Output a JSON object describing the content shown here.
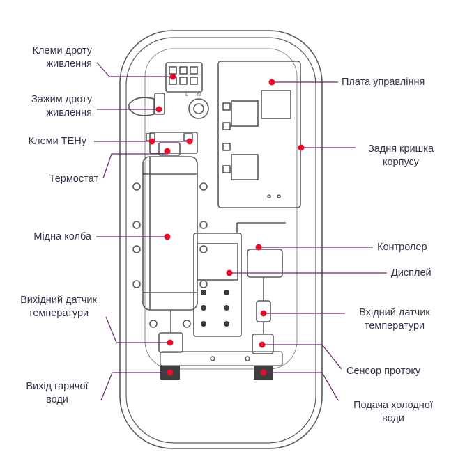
{
  "labels": {
    "terminals_power": "Клеми дроту\nживлення",
    "clamp_power": "Зажим дроту\nживлення",
    "terminals_heater": "Клеми ТЕНу",
    "thermostat": "Термостат",
    "copper_flask": "Мідна колба",
    "outlet_sensor": "Вихідний датчик\nтемператури",
    "hot_outlet": "Вихід гарячої\nводи",
    "control_board": "Плата управління",
    "back_cover": "Задня кришка\nкорпусу",
    "controller": "Контролер",
    "display": "Дисплей",
    "inlet_sensor": "Вхідний датчик\nтемператури",
    "flow_sensor": "Сенсор протоку",
    "cold_inlet": "Подача холодної\nводи"
  },
  "device": {
    "terminal_marks": [
      "L",
      "N"
    ]
  },
  "colors": {
    "marker": "#e0102c",
    "leader": "#6e2a6e",
    "outline": "#5a5a5a",
    "text": "#3a3048"
  }
}
